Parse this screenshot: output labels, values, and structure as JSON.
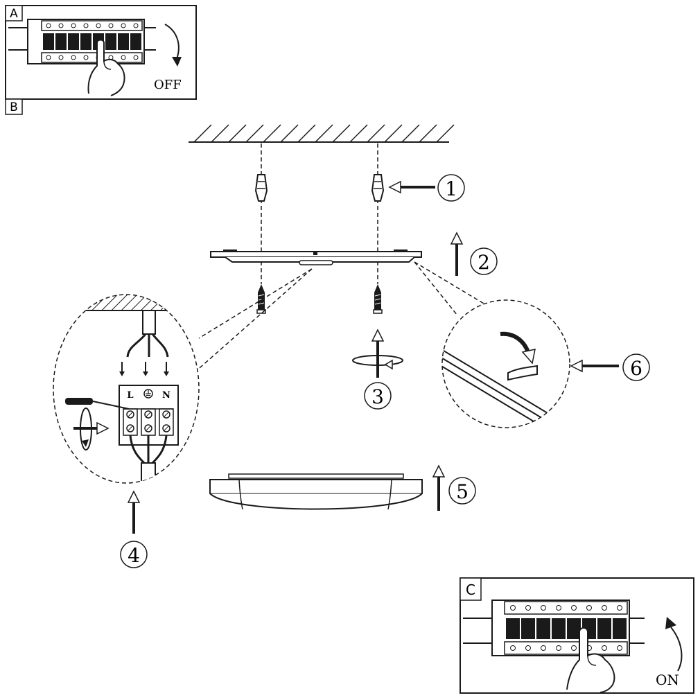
{
  "panels": {
    "a": {
      "letter": "A",
      "state_label": "OFF"
    },
    "b": {
      "letter": "B"
    },
    "c": {
      "letter": "C",
      "state_label": "ON"
    }
  },
  "steps": [
    "1",
    "2",
    "3",
    "4",
    "5",
    "6"
  ],
  "terminals": {
    "live": "L",
    "neutral": "N",
    "earth_icon": "earth-ground-icon"
  },
  "colors": {
    "ink": "#1a1a1a",
    "paper": "#ffffff"
  }
}
